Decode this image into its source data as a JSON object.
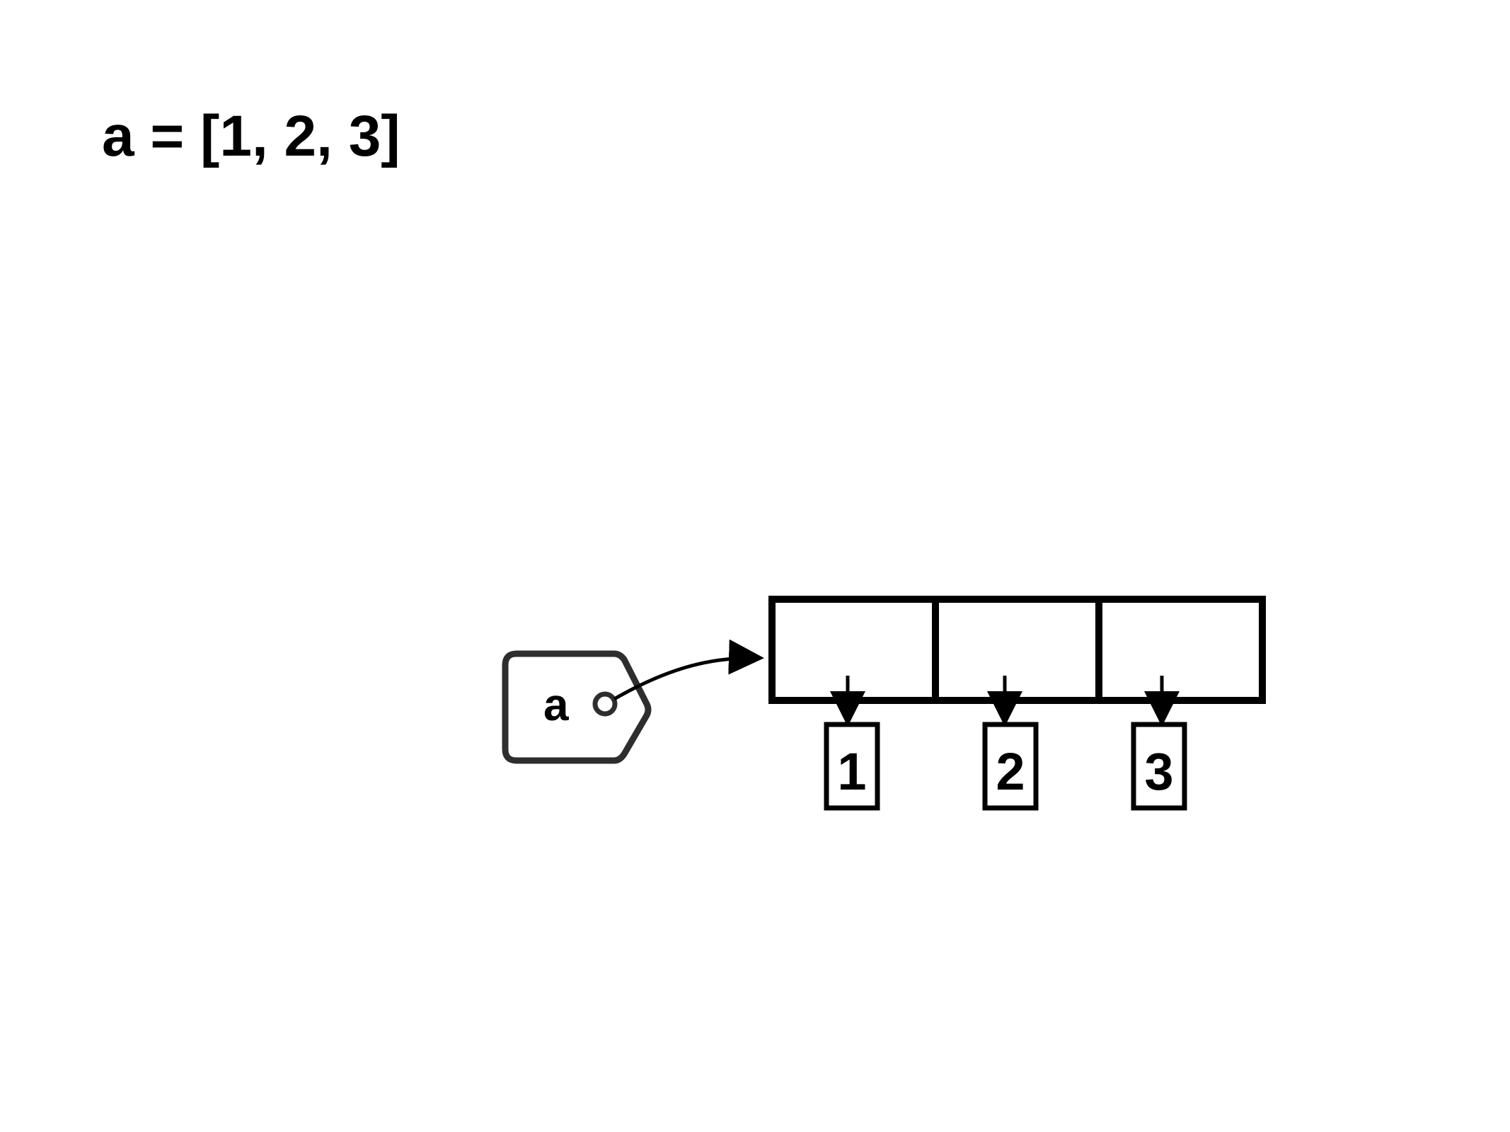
{
  "diagram": {
    "code_line": "a = [1, 2, 3]",
    "variable": {
      "name": "a"
    },
    "list": {
      "values": [
        "1",
        "2",
        "3"
      ]
    }
  },
  "colors": {
    "stroke": "#000000",
    "tag_stroke": "#2e2e2e",
    "background": "#ffffff"
  }
}
